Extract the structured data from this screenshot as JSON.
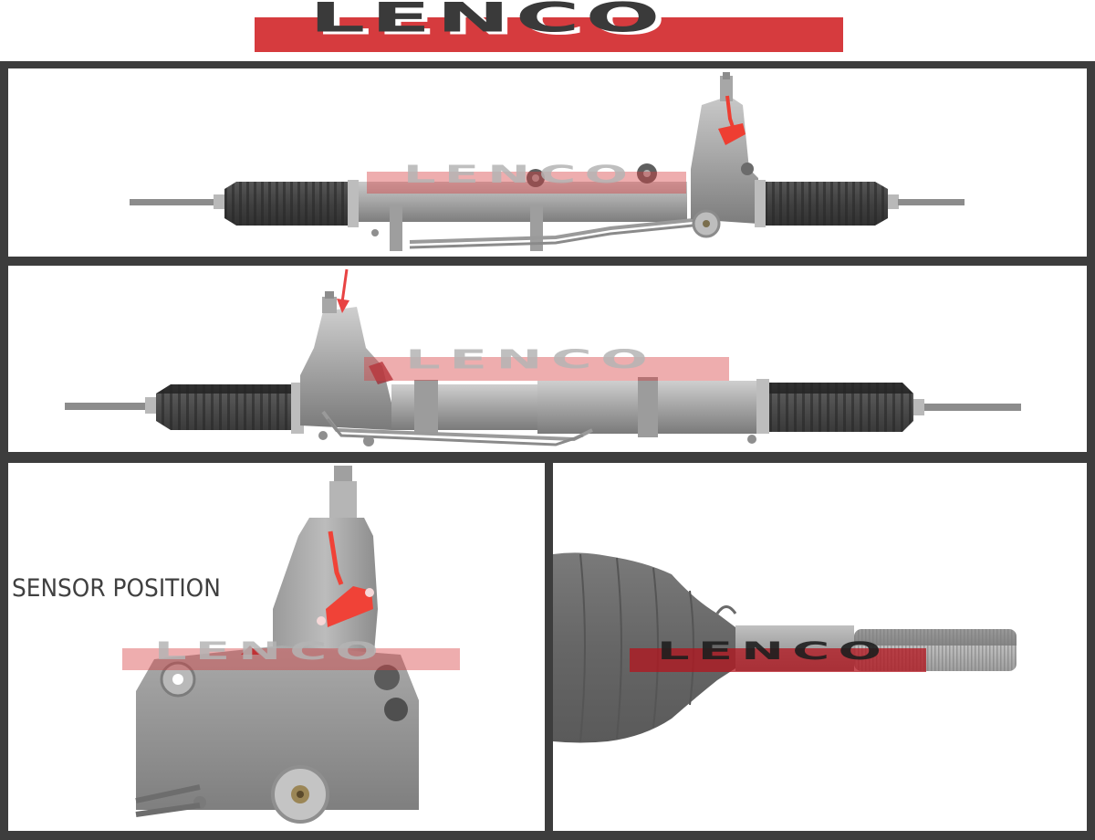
{
  "header": {
    "brand": "LENCO",
    "brand_colors": {
      "band": "#d63b3e",
      "text": "#3a3a3a"
    }
  },
  "frame": {
    "border_color": "#3d3d3d",
    "background": "#ffffff"
  },
  "panels": [
    {
      "id": "full-rack-front",
      "watermark": "LENCO",
      "content": "steering rack, full view, pinion housing on right with red sensor marker",
      "marker_color": "#ee3e32"
    },
    {
      "id": "full-rack-rear",
      "watermark": "LENCO",
      "content": "steering rack, full view, pinion housing on left with red arrow marker",
      "marker_color": "#e84343"
    },
    {
      "id": "sensor-detail",
      "label": "SENSOR POSITION",
      "watermark": "LENCO",
      "content": "close-up of pinion housing with red sensor marker"
    },
    {
      "id": "tie-rod-detail",
      "watermark": "LENCO",
      "content": "close-up of rubber boot and threaded tie-rod end"
    }
  ]
}
